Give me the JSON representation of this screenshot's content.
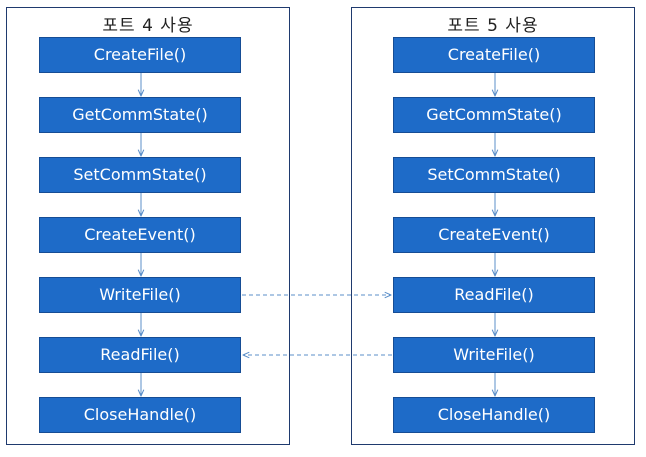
{
  "columns": [
    {
      "title": "포트 4 사용",
      "steps": [
        "CreateFile()",
        "GetCommState()",
        "SetCommState()",
        "CreateEvent()",
        "WriteFile()",
        "ReadFile()",
        "CloseHandle()"
      ]
    },
    {
      "title": "포트 5 사용",
      "steps": [
        "CreateFile()",
        "GetCommState()",
        "SetCommState()",
        "CreateEvent()",
        "ReadFile()",
        "WriteFile()",
        "CloseHandle()"
      ]
    }
  ],
  "colors": {
    "box": "#1e6bc8",
    "box_border": "#164d95",
    "arrow": "#5b8fc9",
    "panel_border": "#1f3a6e"
  }
}
